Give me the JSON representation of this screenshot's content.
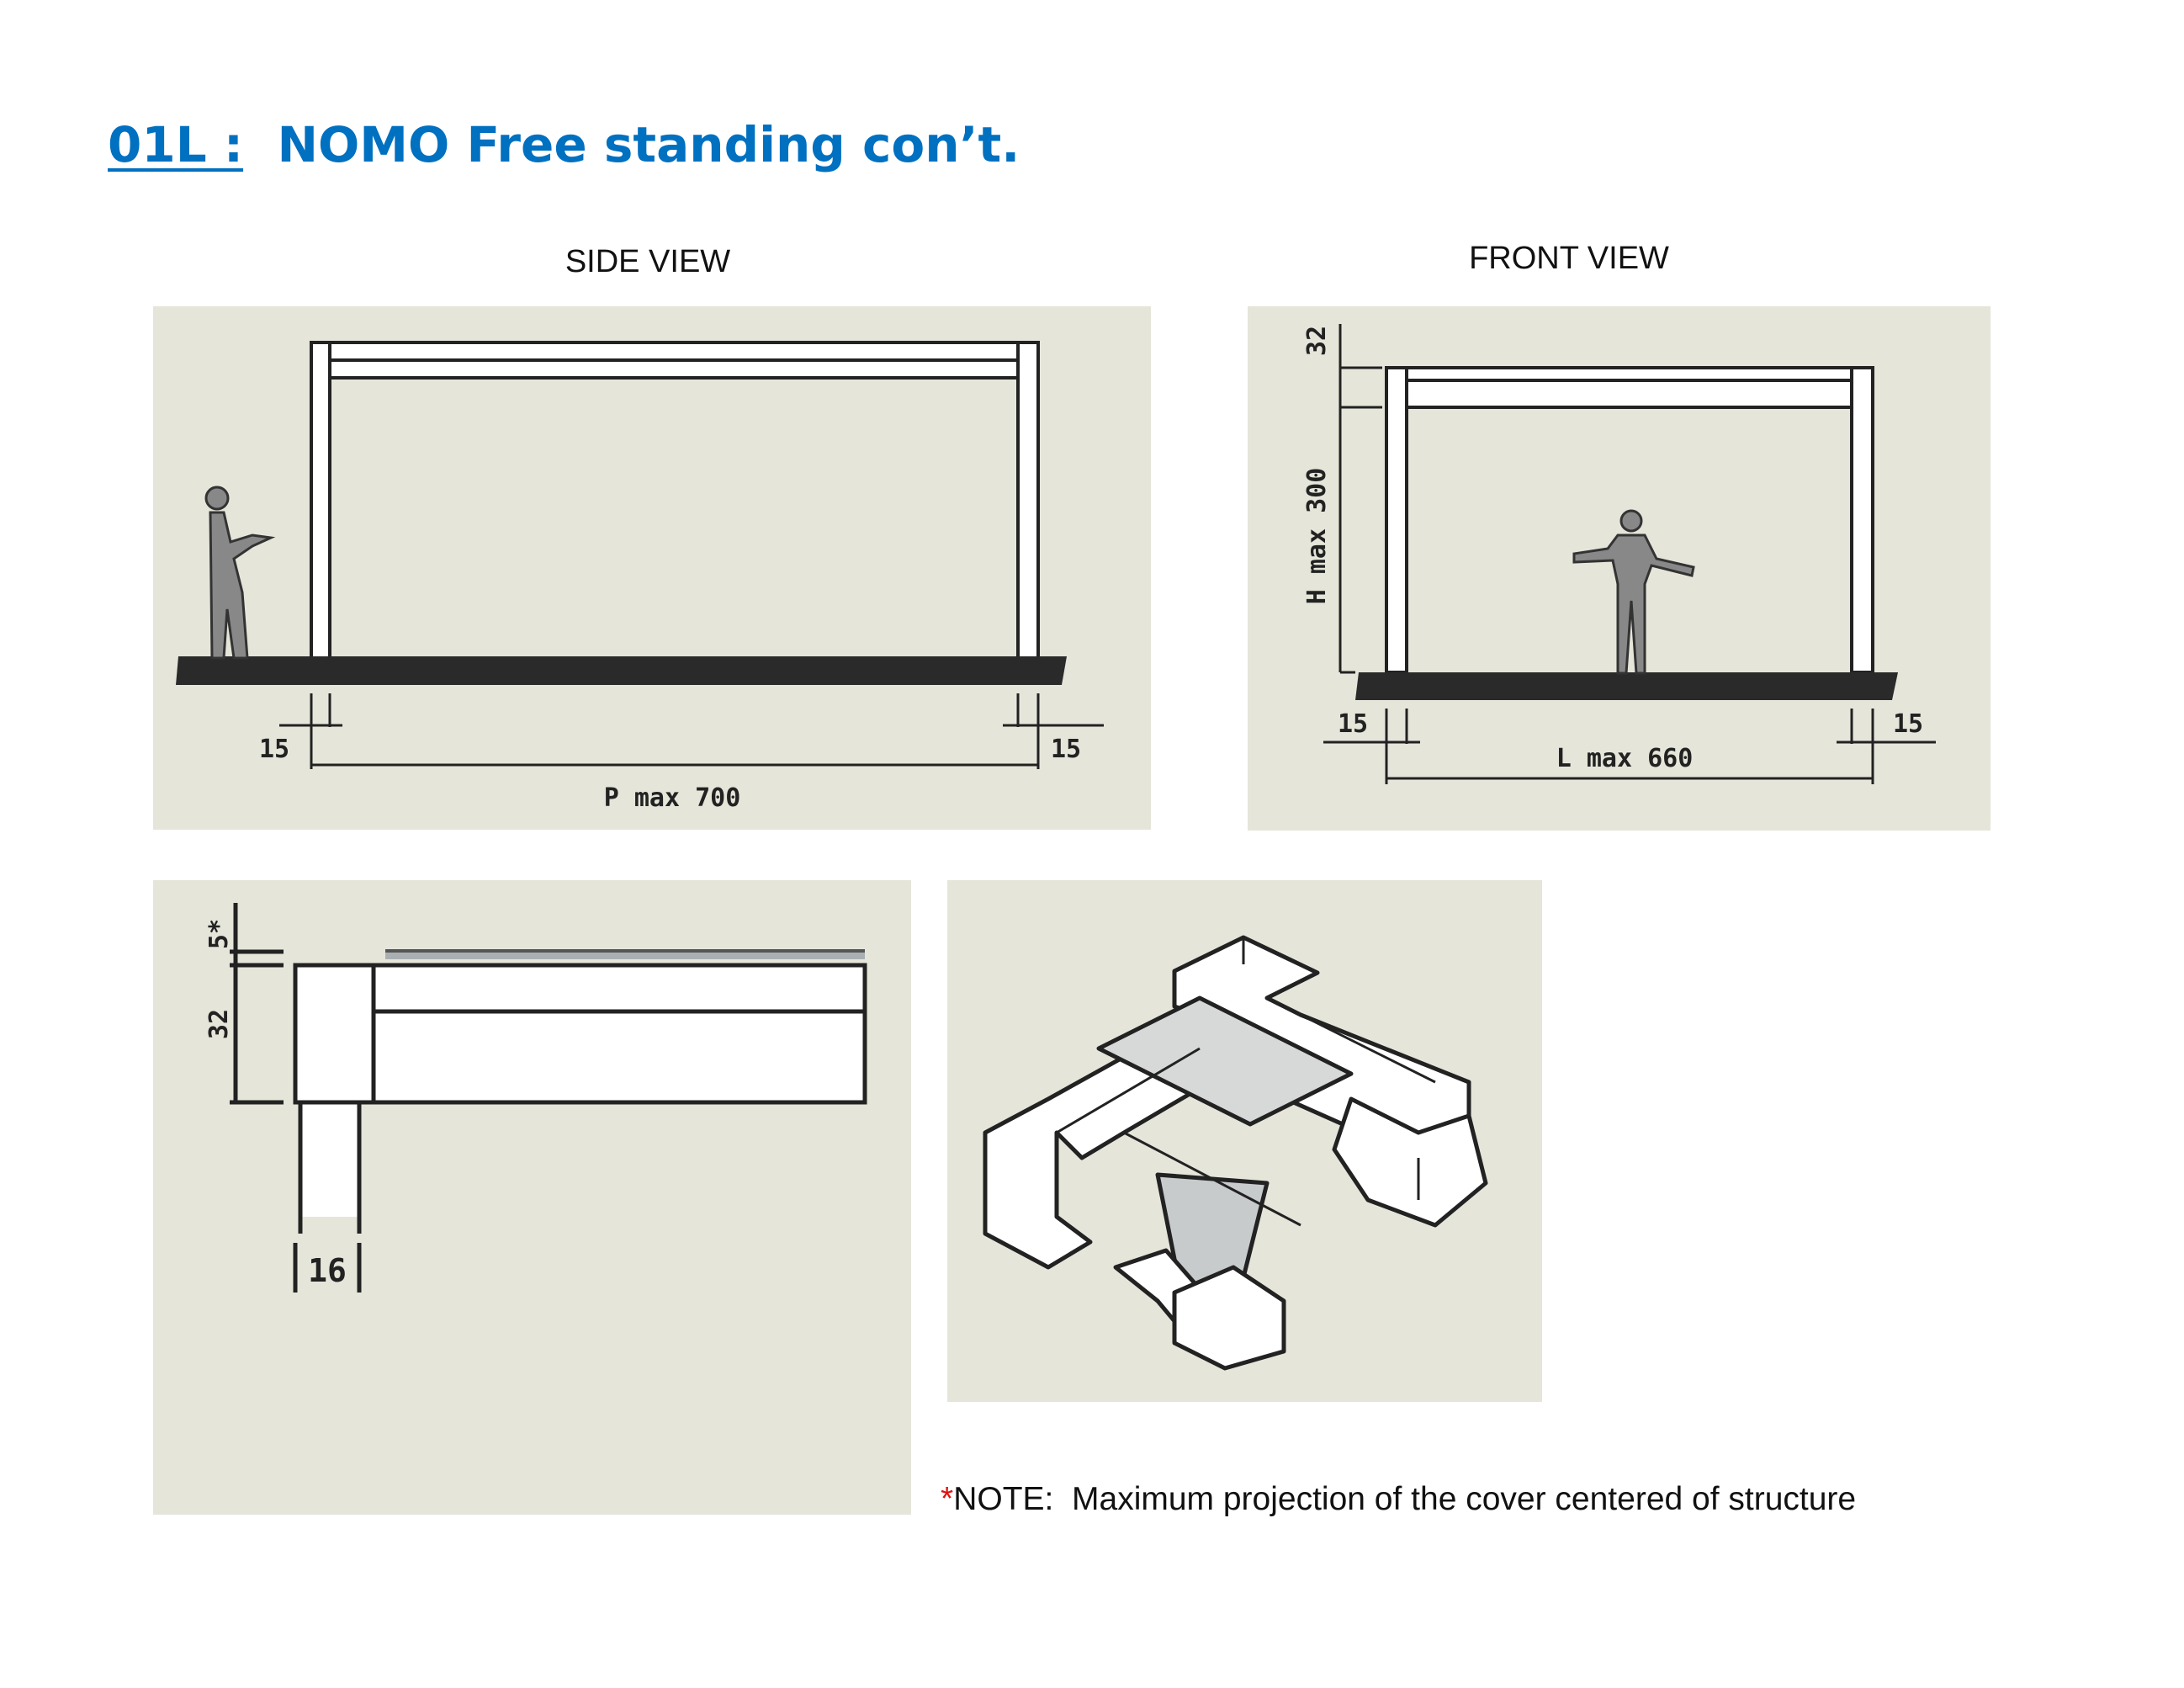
{
  "header": {
    "code": "01L :",
    "title": "NOMO Free standing con’t."
  },
  "side_view": {
    "caption": "SIDE VIEW",
    "dim_left": "15",
    "dim_right": "15",
    "dim_length": "P max 700"
  },
  "front_view": {
    "caption": "FRONT VIEW",
    "dim_beam": "32",
    "dim_height": "H max 300",
    "dim_left": "15",
    "dim_right": "15",
    "dim_length": "L max 660"
  },
  "detail_view": {
    "dim_cover": "5*",
    "dim_beam": "32",
    "dim_post": "16"
  },
  "note": {
    "asterisk": "*",
    "text": "NOTE:  Maximum projection of the cover centered of structure"
  },
  "colors": {
    "title": "#0070c0",
    "panel_bg": "#e6e5da",
    "asterisk": "#e01010"
  }
}
